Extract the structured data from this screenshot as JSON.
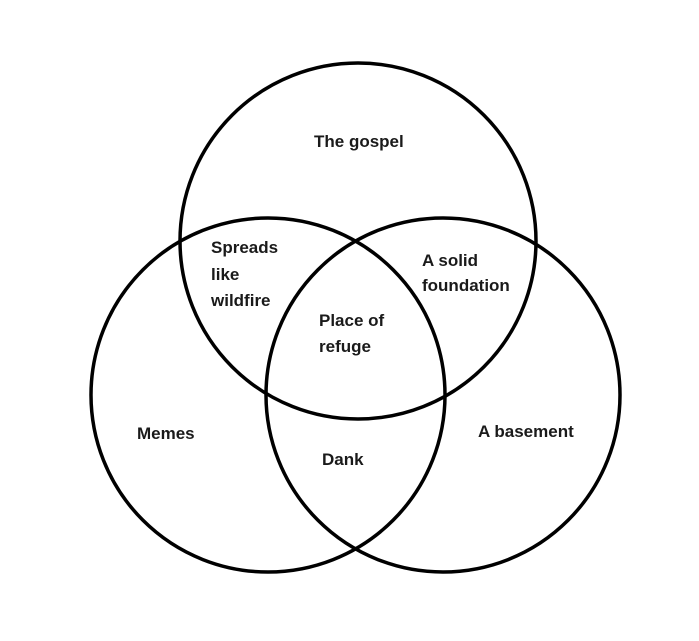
{
  "diagram": {
    "type": "venn",
    "stroke_color": "#000000",
    "background": "#ffffff",
    "sets": [
      {
        "id": "top",
        "label": "The gospel"
      },
      {
        "id": "left",
        "label": "Memes"
      },
      {
        "id": "right",
        "label": "A basement"
      }
    ],
    "intersections": {
      "top_left": [
        "Spreads",
        "like",
        "wildfire"
      ],
      "top_right": [
        "A solid",
        "foundation"
      ],
      "left_right": "Dank",
      "center": [
        "Place of",
        "refuge"
      ]
    }
  }
}
